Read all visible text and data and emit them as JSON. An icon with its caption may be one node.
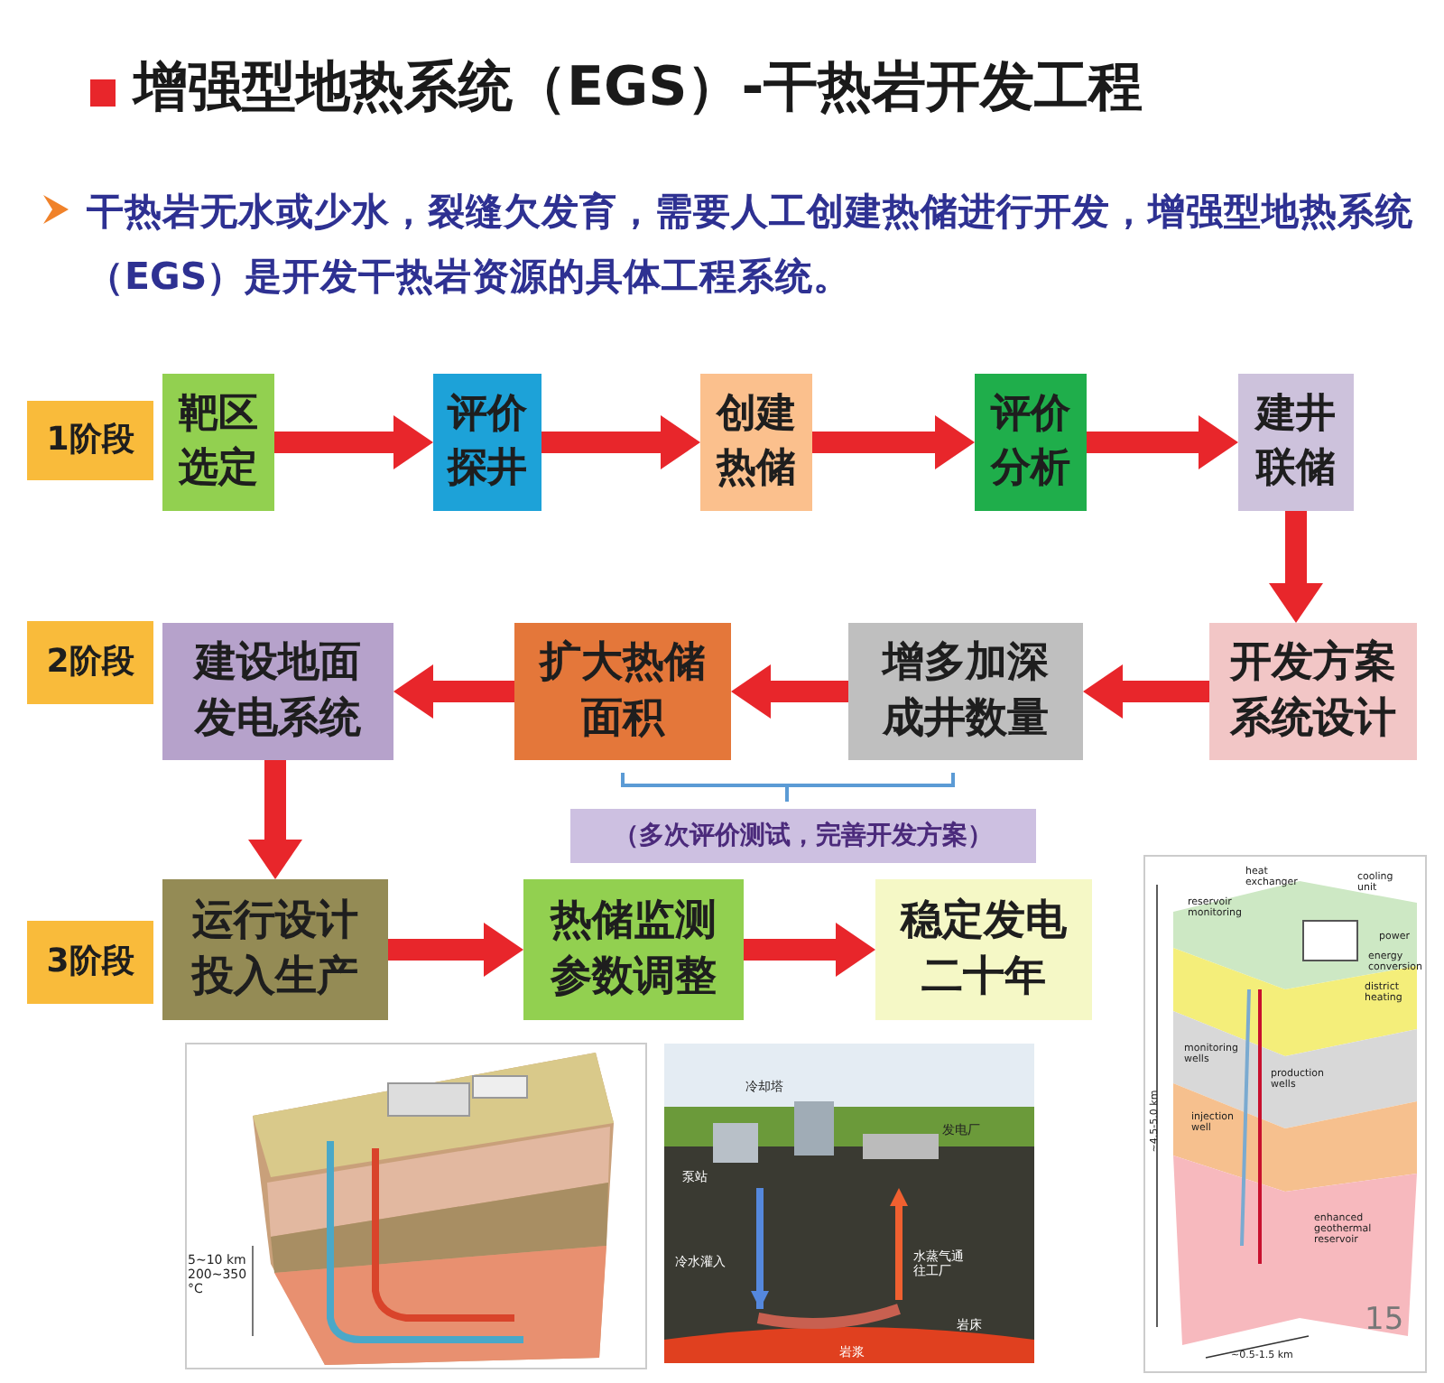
{
  "diagram": {
    "title": "增强型地热系统（EGS）-干热岩开发工程",
    "nodes": [
      {
        "text": [
          "1阶段"
        ]
      },
      {
        "text": [
          "靶区选定"
        ]
      },
      {
        "text": [
          "评价探井"
        ]
      },
      {
        "text": [
          "创建热储"
        ]
      },
      {
        "text": [
          "评价分析"
        ]
      },
      {
        "text": [
          "建井联储"
        ]
      },
      {
        "text": [
          "2阶段"
        ]
      },
      {
        "text": [
          "建设地面发电系统"
        ]
      },
      {
        "text": [
          "扩大热储面积"
        ]
      },
      {
        "text": [
          "增多加深成井数量"
        ]
      },
      {
        "text": [
          "开发方案系统设计"
        ]
      },
      {
        "text": [
          "（多次评价测试，完善开发方案）"
        ]
      },
      {
        "text": [
          "3阶段"
        ]
      },
      {
        "text": [
          "运行设计投入生产"
        ]
      },
      {
        "text": [
          "热储监测参数调整"
        ]
      },
      {
        "text": [
          "稳定发电二十年"
        ]
      }
    ],
    "edges": [
      {
        "from": 1,
        "to": 2,
        "arrow": "to"
      },
      {
        "from": 2,
        "to": 3,
        "arrow": "to"
      },
      {
        "from": 3,
        "to": 4,
        "arrow": "to"
      },
      {
        "from": 4,
        "to": 5,
        "arrow": "to"
      },
      {
        "from": 5,
        "to": 10,
        "arrow": "to"
      },
      {
        "from": 10,
        "to": 9,
        "arrow": "to"
      },
      {
        "from": 9,
        "to": 8,
        "arrow": "to"
      },
      {
        "from": 8,
        "to": 7,
        "arrow": "to"
      },
      {
        "from": 7,
        "to": 13,
        "arrow": "to"
      },
      {
        "from": 13,
        "to": 14,
        "arrow": "to"
      },
      {
        "from": 14,
        "to": 15,
        "arrow": "to"
      }
    ],
    "labels": [
      "干热岩无水或少水，裂缝欠发育，需要人工创建热储进行开发，增强型地热系统（EGS）是开发干热岩资源的具体工程系统。",
      "5~10 km 200~350 °C",
      "冷却塔",
      "发电厂",
      "泵站",
      "冷水灌入",
      "水蒸气通往工厂",
      "岩床",
      "岩浆",
      "heat exchanger",
      "cooling unit",
      "reservoir monitoring",
      "power",
      "energy conversion",
      "district heating",
      "monitoring wells",
      "production wells",
      "injection well",
      "enhanced geothermal reservoir",
      "~4.5-5.0 km",
      "~0.5-1.5 km",
      "15"
    ]
  }
}
